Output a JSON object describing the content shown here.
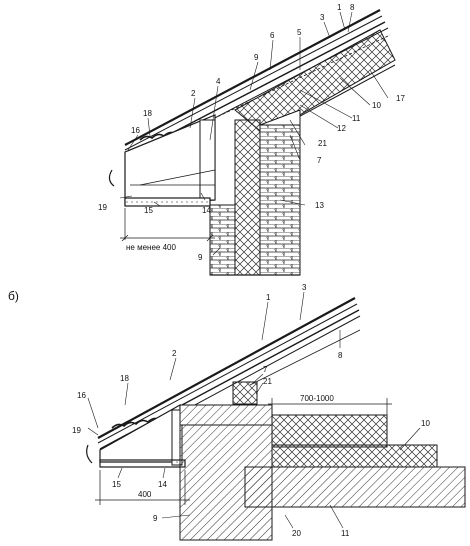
{
  "subfigures": [
    {
      "id": "a",
      "label": ""
    },
    {
      "id": "b",
      "label": "б)"
    }
  ],
  "top": {
    "callouts": [
      "1",
      "8",
      "3",
      "6",
      "5",
      "9",
      "4",
      "2",
      "18",
      "16",
      "17",
      "10",
      "11",
      "12",
      "21",
      "7",
      "13",
      "19",
      "15",
      "14",
      "9"
    ],
    "dimension": "не менее 400"
  },
  "bottom": {
    "callouts": [
      "1",
      "3",
      "8",
      "2",
      "18",
      "7",
      "21",
      "16",
      "19",
      "10",
      "15",
      "14",
      "9",
      "20",
      "11"
    ],
    "dimensions": {
      "eave": "400",
      "insulation": "700-1000"
    }
  },
  "colors": {
    "line": "#1a1a1a",
    "hatch": "#333333",
    "background": "#ffffff"
  }
}
